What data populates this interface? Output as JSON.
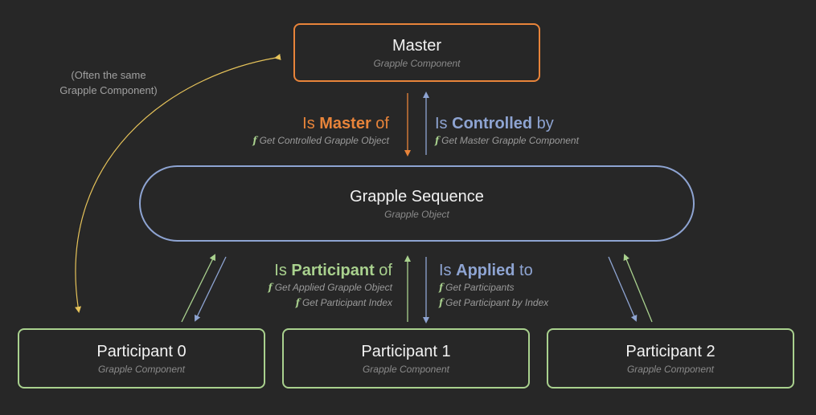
{
  "nodes": {
    "master": {
      "title": "Master",
      "subtitle": "Grapple Component"
    },
    "sequence": {
      "title": "Grapple Sequence",
      "subtitle": "Grapple Object"
    },
    "participants": [
      {
        "title": "Participant 0",
        "subtitle": "Grapple Component"
      },
      {
        "title": "Participant 1",
        "subtitle": "Grapple Component"
      },
      {
        "title": "Participant 2",
        "subtitle": "Grapple Component"
      }
    ]
  },
  "relations": {
    "is_master_of": {
      "prefix": "Is ",
      "keyword": "Master",
      "suffix": " of",
      "functions": [
        "Get Controlled Grapple Object"
      ]
    },
    "is_controlled_by": {
      "prefix": "Is ",
      "keyword": "Controlled",
      "suffix": " by",
      "functions": [
        "Get Master Grapple Component"
      ]
    },
    "is_participant_of": {
      "prefix": "Is ",
      "keyword": "Participant",
      "suffix": " of",
      "functions": [
        "Get Applied Grapple Object",
        "Get Participant Index"
      ]
    },
    "is_applied_to": {
      "prefix": "Is ",
      "keyword": "Applied",
      "suffix": " to",
      "functions": [
        "Get Participants",
        "Get Participant by Index"
      ]
    }
  },
  "function_glyph": "f",
  "note": {
    "line1": "(Often the same",
    "line2": "Grapple Component)"
  },
  "colors": {
    "background": "#272727",
    "master": "#e8843a",
    "sequence": "#8ea4d2",
    "participant": "#a9d18e",
    "note_arrow": "#e6c35a"
  }
}
